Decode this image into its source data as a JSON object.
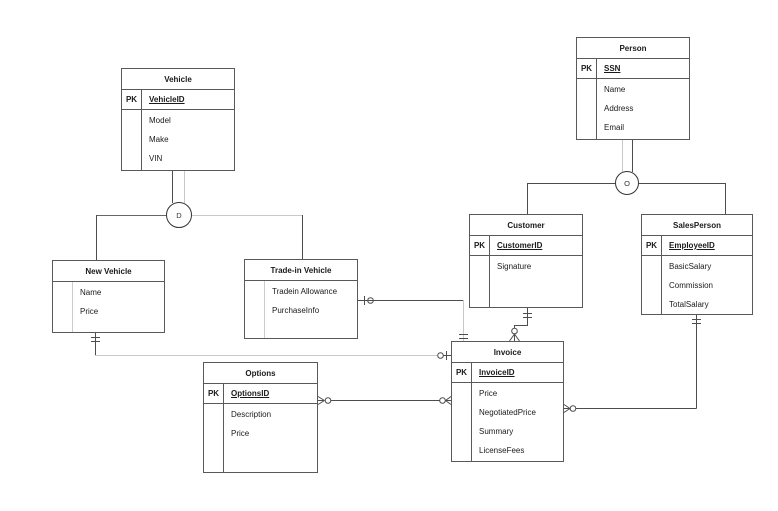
{
  "diagram": {
    "type": "entity-relationship-diagram",
    "entities": {
      "vehicle": {
        "title": "Vehicle",
        "pk_label": "PK",
        "pk": "VehicleID",
        "attributes": [
          "Model",
          "Make",
          "VIN"
        ]
      },
      "person": {
        "title": "Person",
        "pk_label": "PK",
        "pk": "SSN",
        "attributes": [
          "Name",
          "Address",
          "Email"
        ]
      },
      "customer": {
        "title": "Customer",
        "pk_label": "PK",
        "pk": "CustomerID",
        "attributes": [
          "Signature"
        ]
      },
      "salesperson": {
        "title": "SalesPerson",
        "pk_label": "PK",
        "pk": "EmployeeID",
        "attributes": [
          "BasicSalary",
          "Commission",
          "TotalSalary"
        ]
      },
      "new_vehicle": {
        "title": "New Vehicle",
        "attributes": [
          "Name",
          "Price"
        ]
      },
      "tradein": {
        "title": "Trade-in Vehicle",
        "attributes": [
          "Tradein Allowance",
          "PurchaseInfo"
        ]
      },
      "options": {
        "title": "Options",
        "pk_label": "PK",
        "pk": "OptionsID",
        "attributes": [
          "Description",
          "Price"
        ]
      },
      "invoice": {
        "title": "Invoice",
        "pk_label": "PK",
        "pk": "InvoiceID",
        "attributes": [
          "Price",
          "NegotiatedPrice",
          "Summary",
          "LicenseFees"
        ]
      }
    },
    "subtype_indicators": [
      {
        "id": "disjoint",
        "label": "D"
      },
      {
        "id": "overlap",
        "label": "O"
      }
    ],
    "relationships": [
      {
        "from": "Vehicle",
        "to": [
          "New Vehicle",
          "Trade-in Vehicle"
        ],
        "kind": "disjoint-subtype"
      },
      {
        "from": "Person",
        "to": [
          "Customer",
          "SalesPerson"
        ],
        "kind": "overlapping-subtype"
      },
      {
        "from": "New Vehicle",
        "from_card": "exactly-one",
        "to": "Invoice",
        "to_card": "zero-or-one"
      },
      {
        "from": "Trade-in Vehicle",
        "from_card": "zero-or-one",
        "to": "Invoice",
        "to_card": "exactly-one"
      },
      {
        "from": "Customer",
        "from_card": "exactly-one",
        "to": "Invoice",
        "to_card": "zero-or-many"
      },
      {
        "from": "SalesPerson",
        "from_card": "exactly-one",
        "to": "Invoice",
        "to_card": "zero-or-many"
      },
      {
        "from": "Options",
        "from_card": "zero-or-many",
        "to": "Invoice",
        "to_card": "zero-or-many"
      }
    ],
    "colors": {
      "background": "#ffffff",
      "entity_border": "#595959",
      "line_dark": "#4d4d4d",
      "line_light": "#c9c9c9",
      "text": "#1a1a1a"
    }
  }
}
